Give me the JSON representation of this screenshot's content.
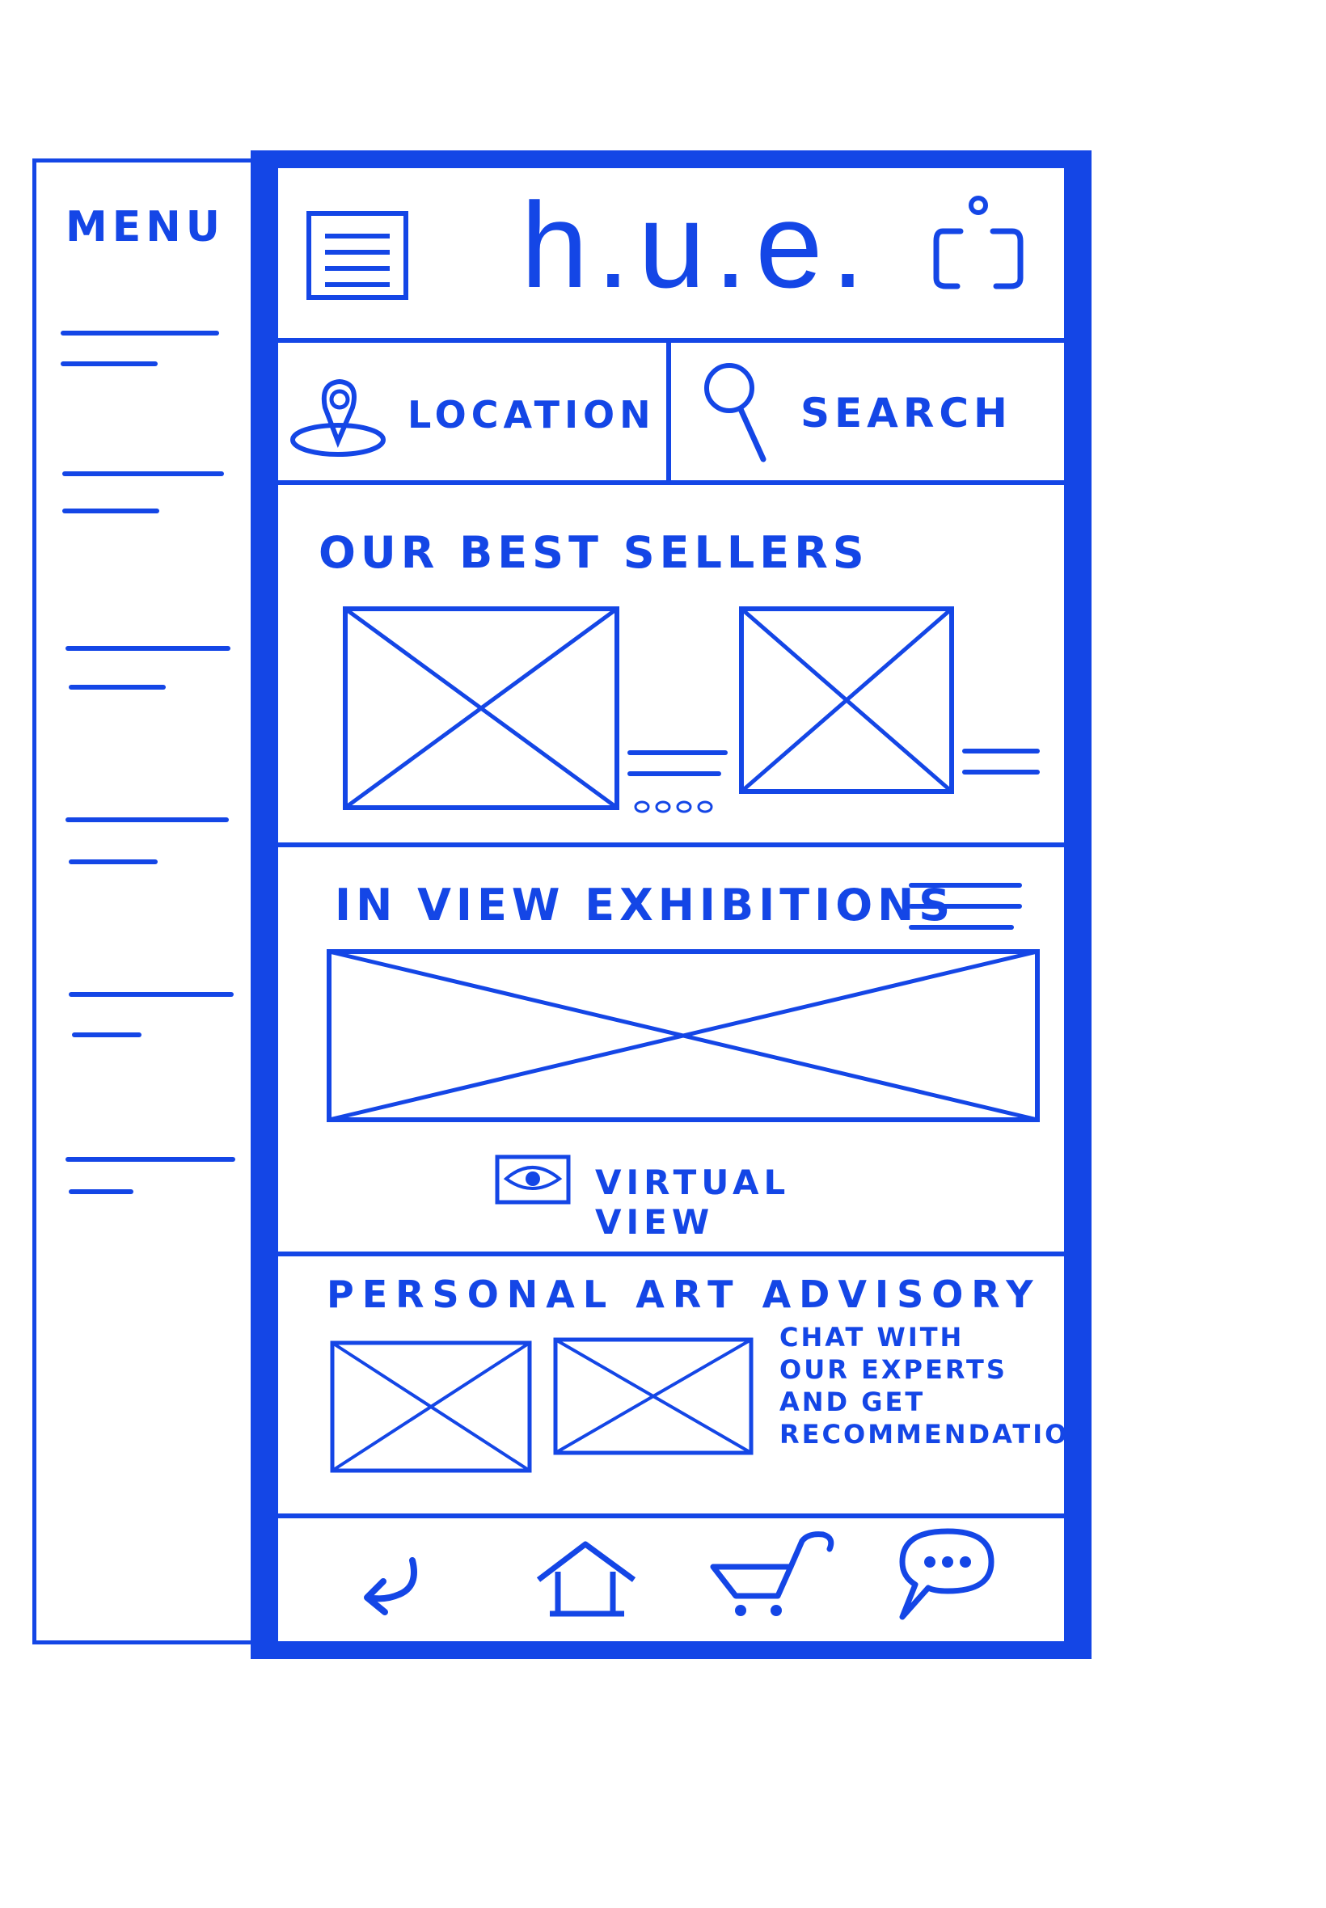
{
  "menu": {
    "title": "MENU",
    "item_count": 6
  },
  "header": {
    "logo": "h.u.e.",
    "menu_icon": "hamburger-icon",
    "profile_icon": "profile-icon"
  },
  "toolbar": {
    "location_label": "LOCATION",
    "location_icon": "location-pin-icon",
    "search_label": "SEARCH",
    "search_icon": "search-icon"
  },
  "best_sellers": {
    "title": "OUR BEST SELLERS"
  },
  "exhibitions": {
    "title": "IN VIEW EXHIBITIONS",
    "virtual_view_label": "VIRTUAL VIEW",
    "virtual_view_icon": "eye-icon"
  },
  "advisory": {
    "title": "PERSONAL ART ADVISORY",
    "text": [
      "CHAT WITH",
      "OUR EXPERTS",
      "AND GET",
      "RECOMMENDATION"
    ]
  },
  "bottom_nav": {
    "icons": [
      "back-icon",
      "home-icon",
      "cart-icon",
      "chat-icon"
    ]
  },
  "colors": {
    "ink": "#1446e6",
    "paper": "#ffffff"
  }
}
